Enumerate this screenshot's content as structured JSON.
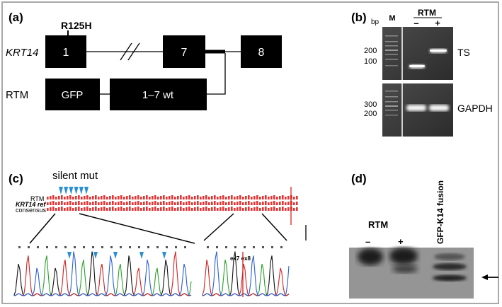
{
  "panels": {
    "a": {
      "label": "(a)",
      "mutation": "R125H",
      "gene_label": "KRT14",
      "exons": [
        "1",
        "7",
        "8"
      ],
      "rtm_label": "RTM",
      "gfp_label": "GFP",
      "wt_label": "1–7 wt"
    },
    "b": {
      "label": "(b)",
      "bp_label": "bp",
      "lane_m": "M",
      "rtm_label": "RTM",
      "minus": "–",
      "plus": "+",
      "markers_top": [
        "200",
        "100"
      ],
      "markers_bottom": [
        "300",
        "200"
      ],
      "band_top": "TS",
      "band_bottom": "GAPDH"
    },
    "c": {
      "label": "(c)",
      "silent_mut": "silent mut",
      "row_labels": [
        "RTM",
        "KRT14 ref",
        "consensus"
      ],
      "junction_label": "ex7 ex8"
    },
    "d": {
      "label": "(d)",
      "rtm_label": "RTM",
      "minus": "–",
      "plus": "+",
      "fusion_label": "GFP-K14 fusion"
    }
  },
  "colors": {
    "box": "#000000",
    "sequence_red": "#e01010",
    "mut_marker": "#2a8fd4",
    "trace_green": "#2aa02a",
    "trace_black": "#111111",
    "trace_red": "#d02020",
    "frame": "#a9a9a9"
  }
}
